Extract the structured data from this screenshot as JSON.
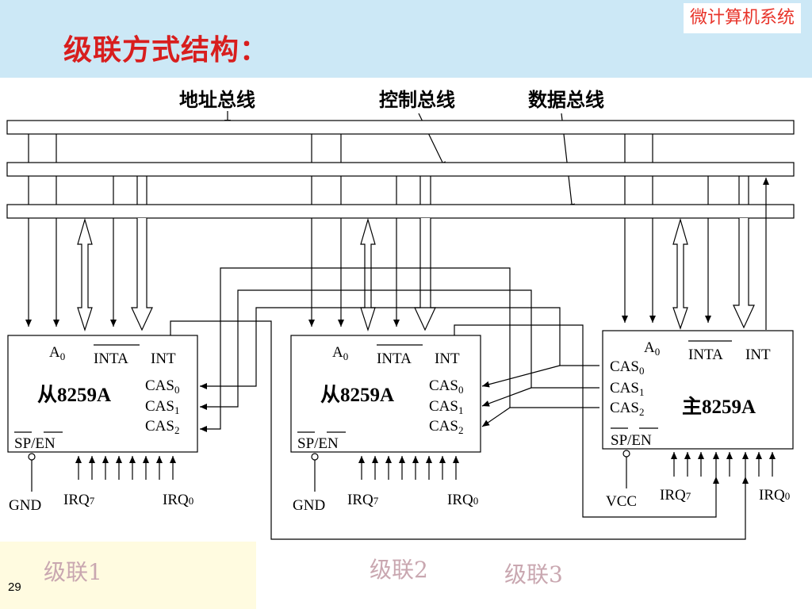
{
  "header": {
    "brand": "微计算机系统",
    "title": "级联方式结构："
  },
  "buses": {
    "address": "地址总线",
    "control": "控制总线",
    "data": "数据总线"
  },
  "chips": {
    "slave1": {
      "name": "从8259A",
      "a0": "A",
      "a0_sub": "0",
      "inta": "INTA",
      "int": "INT",
      "cas0": "CAS",
      "cas0_sub": "0",
      "cas1": "CAS",
      "cas1_sub": "1",
      "cas2": "CAS",
      "cas2_sub": "2",
      "spen": "SP/EN",
      "ground": "GND",
      "irq7": "IRQ",
      "irq7_sub": "7",
      "irq0": "IRQ",
      "irq0_sub": "0"
    },
    "slave2": {
      "name": "从8259A",
      "a0": "A",
      "a0_sub": "0",
      "inta": "INTA",
      "int": "INT",
      "cas0": "CAS",
      "cas0_sub": "0",
      "cas1": "CAS",
      "cas1_sub": "1",
      "cas2": "CAS",
      "cas2_sub": "2",
      "spen": "SP/EN",
      "ground": "GND",
      "irq7": "IRQ",
      "irq7_sub": "7",
      "irq0": "IRQ",
      "irq0_sub": "0"
    },
    "master": {
      "name": "主8259A",
      "a0": "A",
      "a0_sub": "0",
      "inta": "INTA",
      "int": "INT",
      "cas0": "CAS",
      "cas0_sub": "0",
      "cas1": "CAS",
      "cas1_sub": "1",
      "cas2": "CAS",
      "cas2_sub": "2",
      "spen": "SP/EN",
      "vcc": "VCC",
      "irq7": "IRQ",
      "irq7_sub": "7",
      "irq0": "IRQ",
      "irq0_sub": "0"
    }
  },
  "captions": {
    "cascade1": "级联1",
    "cascade2": "级联2",
    "cascade3": "级联3"
  },
  "page_number": "29",
  "colors": {
    "header_bg": "#cce8f6",
    "title": "#d81e1e",
    "brand": "#e8342a",
    "caption": "#c9a7b0",
    "footer_bg": "#fffbe0"
  }
}
